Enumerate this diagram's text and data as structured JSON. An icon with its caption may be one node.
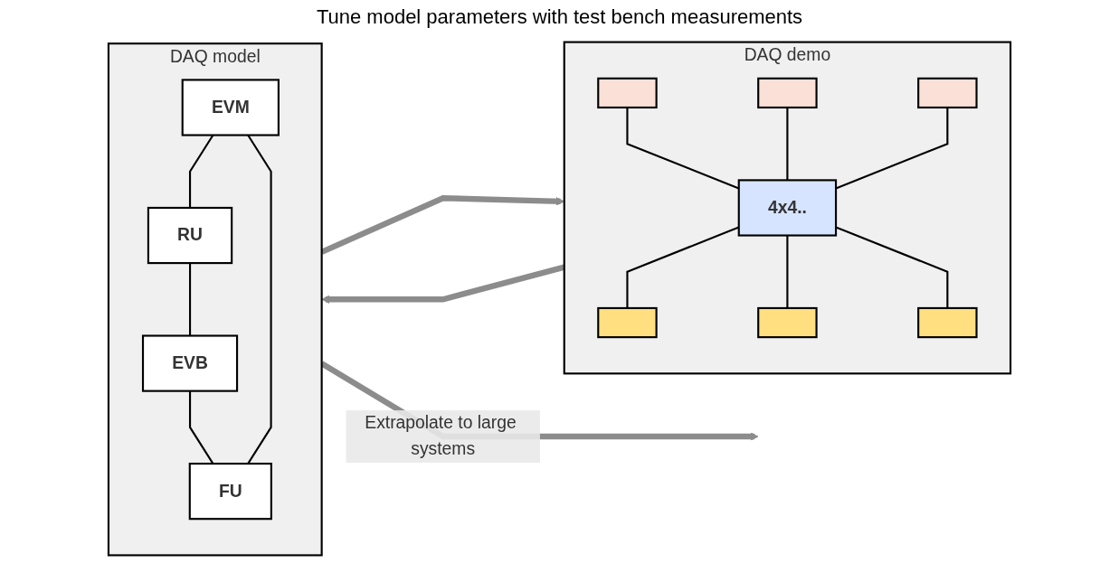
{
  "diagram": {
    "nodes": [
      {
        "text": [
          "DAQ demo"
        ]
      },
      {
        "text": [],
        "shape": "box",
        "in": 0
      },
      {
        "text": [],
        "shape": "box",
        "in": 0
      },
      {
        "text": [],
        "shape": "box",
        "in": 0
      },
      {
        "text": [
          "4x4.."
        ],
        "in": 0
      },
      {
        "text": [],
        "shape": "box",
        "in": 0
      },
      {
        "text": [],
        "shape": "box",
        "in": 0
      },
      {
        "text": [],
        "shape": "box",
        "in": 0
      },
      {
        "text": [
          "DAQ model"
        ]
      },
      {
        "text": [
          "RU"
        ],
        "in": 8
      },
      {
        "text": [
          "EVM"
        ],
        "in": 8
      },
      {
        "text": [
          "EVB"
        ],
        "in": 8
      },
      {
        "text": [
          "FU"
        ],
        "in": 8
      }
    ],
    "edges": [
      {
        "from": 1,
        "to": 4,
        "arrow": "none"
      },
      {
        "from": 2,
        "to": 4,
        "arrow": "none"
      },
      {
        "from": 3,
        "to": 4,
        "arrow": "none"
      },
      {
        "from": 4,
        "to": 5,
        "arrow": "none"
      },
      {
        "from": 4,
        "to": 6,
        "arrow": "none"
      },
      {
        "from": 4,
        "to": 7,
        "arrow": "none"
      },
      {
        "from": 10,
        "to": 9,
        "arrow": "none"
      },
      {
        "from": 9,
        "to": 11,
        "arrow": "none"
      },
      {
        "from": 11,
        "to": 12,
        "arrow": "none"
      },
      {
        "from": 10,
        "to": 12,
        "arrow": "none"
      },
      {
        "from": 0,
        "to": 8,
        "arrow": "to",
        "style": "thick",
        "color": "#8c8c8c"
      },
      {
        "from": 8,
        "to": 0,
        "arrow": "to",
        "style": "thick",
        "color": "#8c8c8c"
      },
      {
        "from": 8,
        "to": null,
        "arrow": "to",
        "label": "Extrapolate to large systems",
        "style": "thick",
        "color": "#8c8c8c"
      }
    ],
    "labels": [
      "Tune model parameters with test bench measurements"
    ]
  }
}
